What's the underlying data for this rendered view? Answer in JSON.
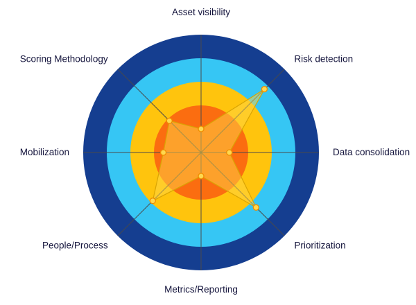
{
  "chart_data": {
    "type": "radar",
    "title": "",
    "categories": [
      "Asset visibility",
      "Risk detection",
      "Data consolidation",
      "Prioritization",
      "Metrics/Reporting",
      "People/Process",
      "Mobilization",
      "Scoring Methodology"
    ],
    "values": [
      1.0,
      3.8,
      1.2,
      3.3,
      1.0,
      2.9,
      1.6,
      1.9
    ],
    "max": 5,
    "rings": [
      {
        "from": 0,
        "to": 2,
        "color": "#fb6d10",
        "name": "inner-orange-zone"
      },
      {
        "from": 2,
        "to": 3,
        "color": "#ffc40d",
        "name": "yellow-zone"
      },
      {
        "from": 3,
        "to": 4,
        "color": "#36c6f4",
        "name": "cyan-zone"
      },
      {
        "from": 4,
        "to": 5,
        "color": "#153e90",
        "name": "navy-zone"
      }
    ],
    "series_style": {
      "line_color": "#d9a404",
      "fill_color": "rgba(255, 214, 70, 0.5)",
      "marker_fill": "#ffd84f",
      "marker_stroke": "#ef8b00"
    },
    "axis_line_color": "#4a4a4a",
    "label_color": "#14143c",
    "legend": "none",
    "grid": "concentric-rings"
  }
}
